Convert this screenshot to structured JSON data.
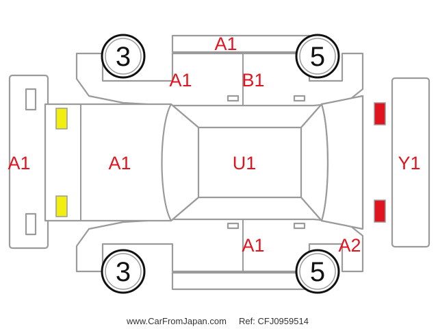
{
  "tires": {
    "front_left": "3",
    "rear_left": "3",
    "front_right": "5",
    "rear_right": "5"
  },
  "codes": {
    "roof_edge_top": "A1",
    "front_door_left": "A1",
    "rear_door_left": "B1",
    "front_bumper": "A1",
    "hood": "A1",
    "roof": "U1",
    "rear_bumper": "Y1",
    "rear_door_right": "A1",
    "rear_quarter_right": "A2"
  },
  "footer": {
    "site": "www.CarFromJapan.com",
    "ref": "Ref: CFJ0959514"
  },
  "colors": {
    "damage_code": "#e0141e",
    "front_lights": "#f2ee10",
    "rear_lights": "#e0141e",
    "outline": "#9a9a9a"
  },
  "icons": [
    "car-top-view",
    "tire-circle",
    "headlight",
    "taillight",
    "mirror"
  ]
}
